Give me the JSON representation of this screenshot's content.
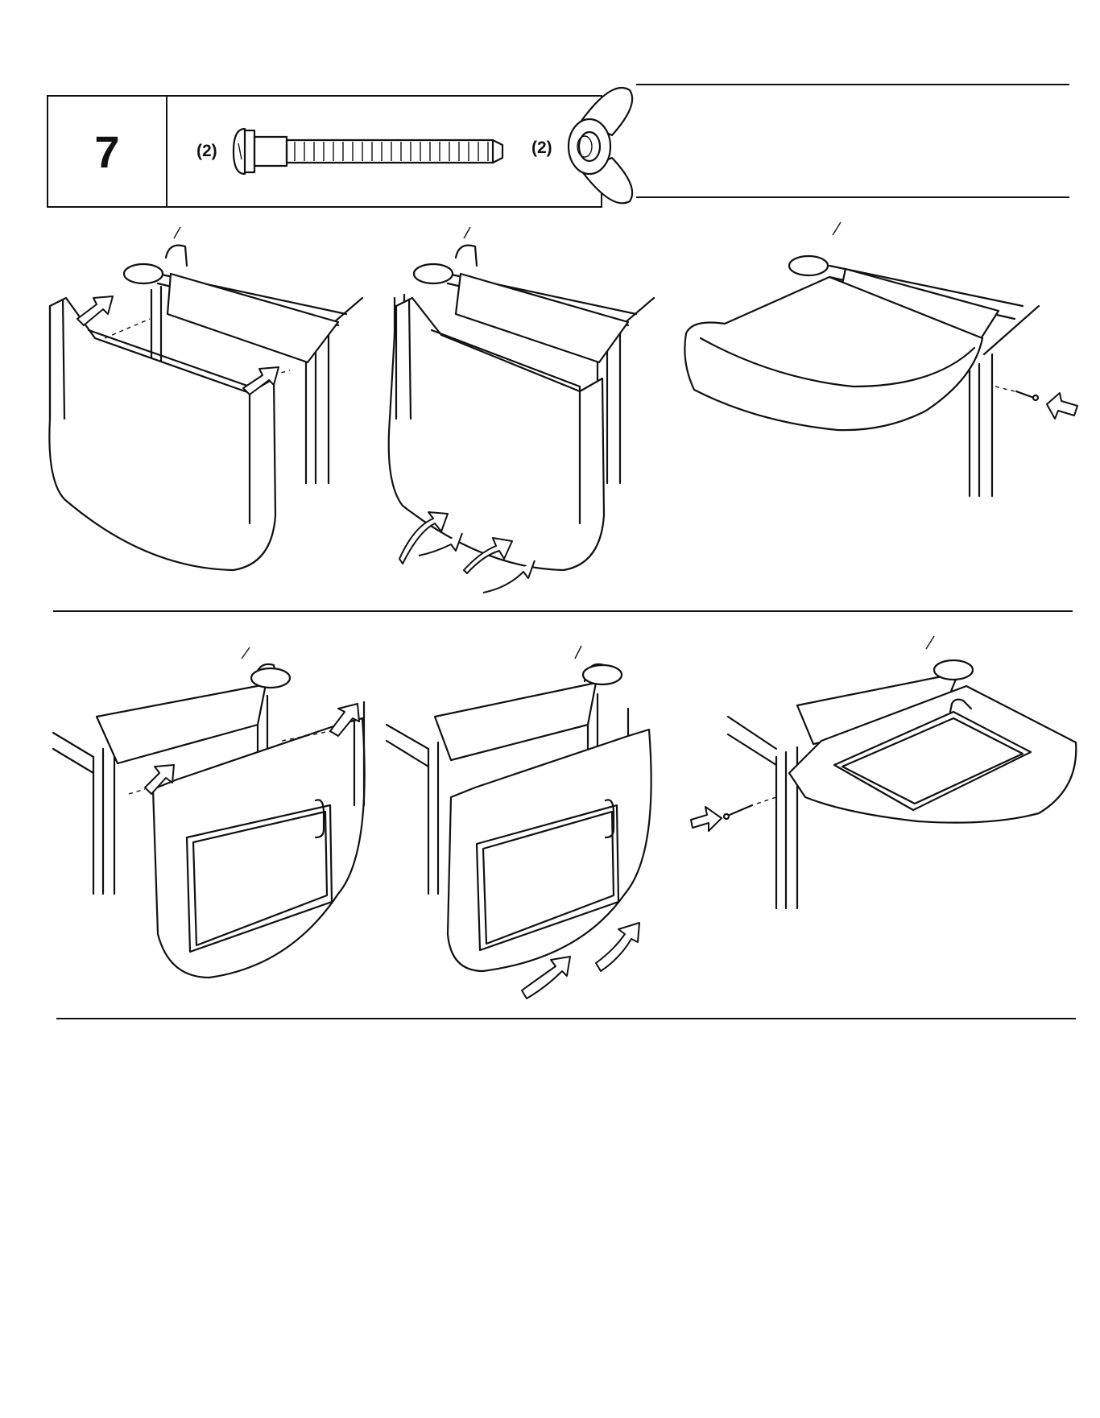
{
  "step": {
    "number": "7",
    "parts": [
      {
        "quantity": "(2)",
        "icon": "carriage-bolt-icon"
      },
      {
        "quantity": "(2)",
        "icon": "wing-nut-icon"
      }
    ]
  },
  "panels": [
    {
      "icon": "left-tray-hook-on-illustration"
    },
    {
      "icon": "left-tray-swing-up-illustration"
    },
    {
      "icon": "left-tray-bolt-in-illustration"
    },
    {
      "icon": "right-tray-hook-on-illustration"
    },
    {
      "icon": "right-tray-swing-up-illustration"
    },
    {
      "icon": "right-tray-bolt-in-illustration"
    }
  ]
}
